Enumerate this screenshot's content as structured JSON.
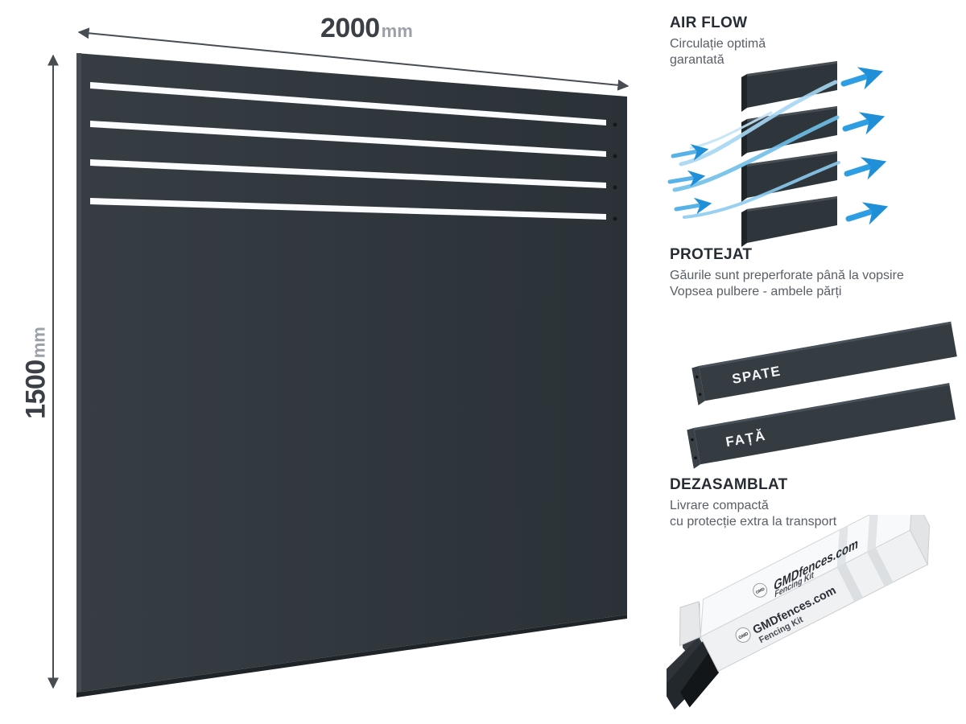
{
  "diagram": {
    "width_value": "2000",
    "width_unit": "mm",
    "height_value": "1500",
    "height_unit": "mm"
  },
  "features": {
    "air_flow": {
      "title": "AIR FLOW",
      "line1": "Circulație optimă",
      "line2": "garantată"
    },
    "protected": {
      "title": "PROTEJAT",
      "line1": "Găurile sunt preperforate până la vopsire",
      "line2": "Vopsea pulbere - ambele părți",
      "slat_back_label": "SPATE",
      "slat_front_label": "FAȚĂ"
    },
    "disassembled": {
      "title": "DEZASAMBLAT",
      "line1": "Livrare compactă",
      "line2": "cu protecție extra la transport",
      "package_brand": "GMDfences.com",
      "package_product": "Fencing Kit",
      "logo_text": "GMD"
    }
  },
  "colors": {
    "panel": "#31383d",
    "accent_blue": "#2d9de4",
    "heading": "#272d34",
    "body_text": "#585f66"
  }
}
